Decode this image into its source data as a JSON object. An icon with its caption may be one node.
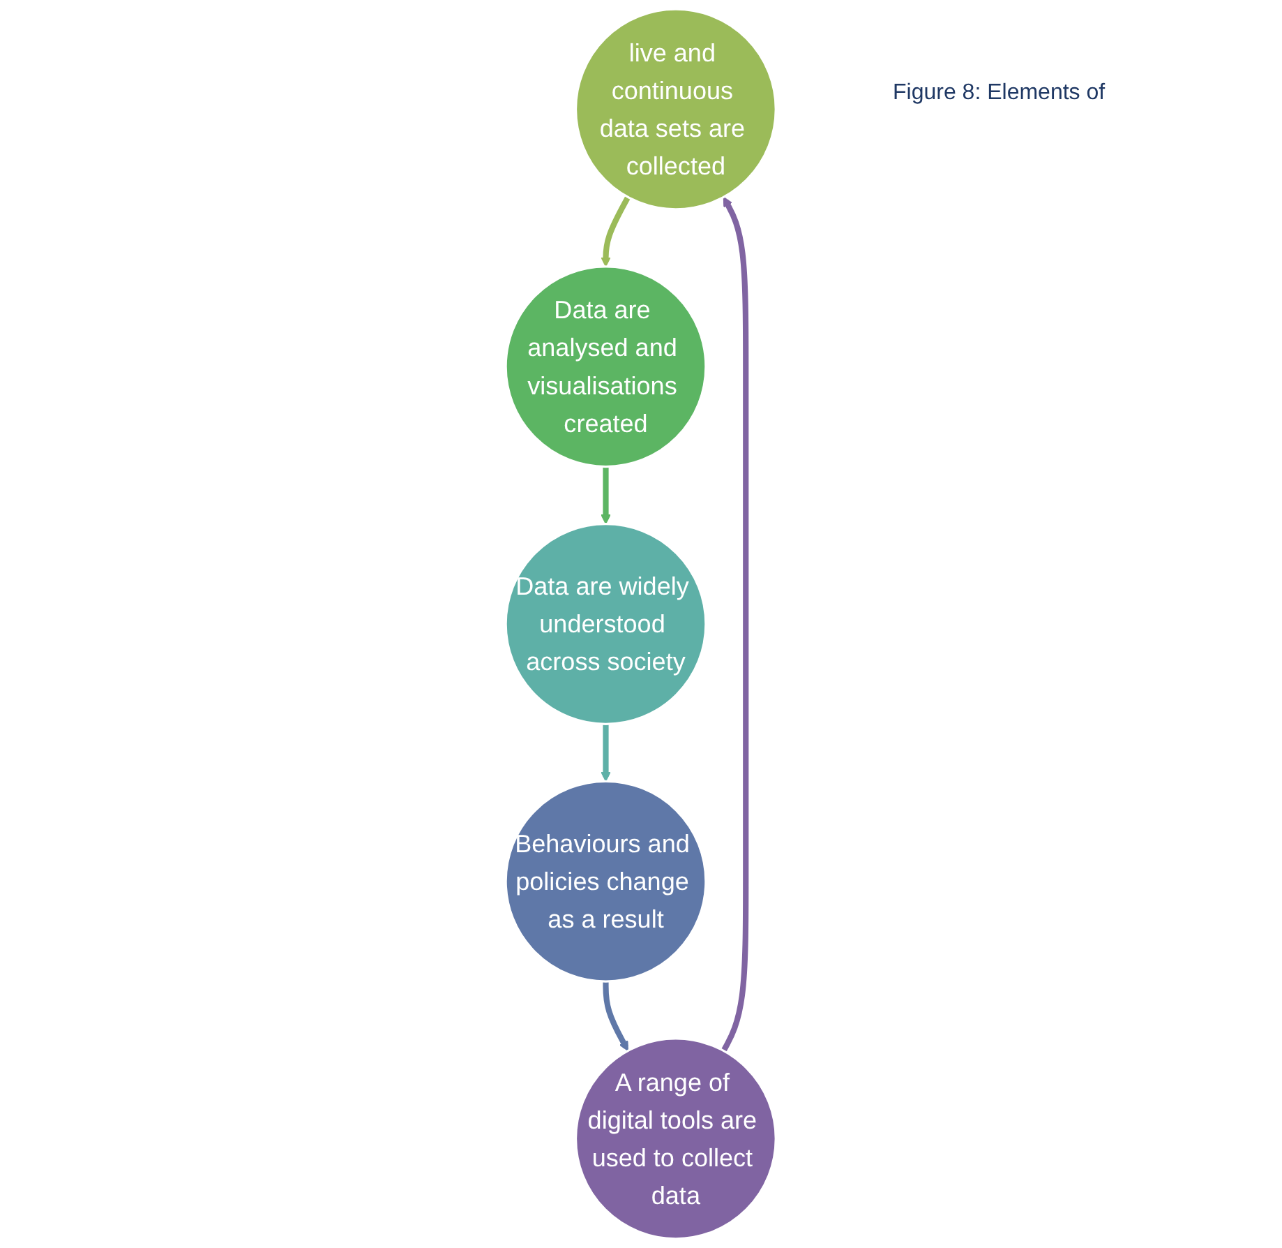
{
  "diagram": {
    "caption": "Figure 8: Elements of",
    "nodes": [
      {
        "text": [
          "live and continuous data sets are collected"
        ]
      },
      {
        "text": [
          "A range of digital tools are used to collect data"
        ]
      },
      {
        "text": [
          "Data are analysed and visualisations created"
        ]
      },
      {
        "text": [
          "Behaviours and policies change as a result"
        ]
      },
      {
        "text": [
          "Data are widely understood across society"
        ]
      }
    ],
    "edges": [
      {
        "from": 1,
        "to": 0,
        "arrow": "to",
        "color": "#8064a2"
      },
      {
        "from": 0,
        "to": 2,
        "arrow": "to",
        "color": "#9bbb59"
      },
      {
        "from": 2,
        "to": 4,
        "arrow": "to",
        "color": "#5cb563"
      },
      {
        "from": 4,
        "to": 3,
        "arrow": "to",
        "color": "#5eb0a7"
      },
      {
        "from": 3,
        "to": 1,
        "arrow": "to",
        "color": "#5f78a8"
      }
    ]
  }
}
